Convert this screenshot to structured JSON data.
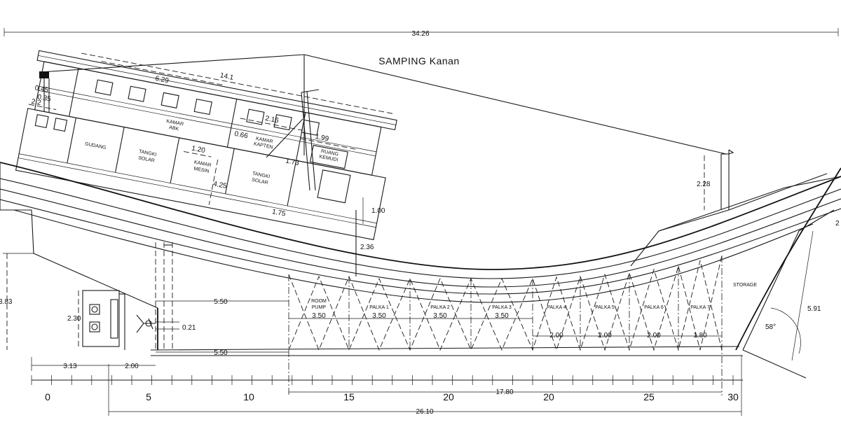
{
  "title": "SAMPING  Kanan",
  "overall_length": "34.26",
  "dimensions": {
    "d_14_1": "14.1",
    "d_6_29": "6.29",
    "d_2_16": "2.16",
    "d_1_99": "1.99",
    "d_0_66": "0.66",
    "d_0_45": "0.45",
    "d_0_35": "0.35",
    "d_2_2": "2.2",
    "d_1_73": "1.73",
    "d_1_20": "1.20",
    "d_4_25": "4.25",
    "d_1_00": "1.00",
    "d_1_75": "1.75",
    "d_2_36": "2.36",
    "d_2_28": "2.28",
    "d_3_83": "3.83",
    "d_2_30": "2.30",
    "d_5_50a": "5.50",
    "d_5_50b": "5.50",
    "d_0_21": "0.21",
    "d_3_13": "3.13",
    "d_2_00": "2.00",
    "d_17_80": "17.80",
    "d_26_10": "26.10",
    "d_5_91": "5.91",
    "d_angle": "58°",
    "d_edge": "2"
  },
  "hold_spans": [
    "3.50",
    "3.50",
    "3.50",
    "3.50",
    "2.00",
    "2.00",
    "2.00",
    "1.80"
  ],
  "compartments": {
    "room_pump_1": "ROOM",
    "room_pump_2": "PUMP",
    "palka_1": "PALKA 1",
    "palka_2": "PALKA 2",
    "palka_3": "PALKA 3",
    "palka_4": "PALKA 4",
    "palka_5": "PALKA 5",
    "palka_6": "PALKA 6",
    "palka_7": "PALKA 7",
    "storage": "STORAGE"
  },
  "rooms": {
    "kamar_abk_1": "KAMAR",
    "kamar_abk_2": "ABK",
    "gudang": "GUDANG",
    "tangki_solar_1a": "TANGKI",
    "tangki_solar_1b": "SOLAR",
    "kamar_kapten_1": "KAMAR",
    "kamar_kapten_2": "KAPTEN",
    "kamar_mesin_1": "KAMAR",
    "kamar_mesin_2": "MESIN",
    "ruang_kemudi_1": "RUANG",
    "ruang_kemudi_2": "KEMUDI",
    "tangki_solar_2a": "TANGKI",
    "tangki_solar_2b": "SOLAR"
  },
  "axis_ticks": [
    "0",
    "5",
    "10",
    "15",
    "20",
    "20",
    "25",
    "30"
  ]
}
